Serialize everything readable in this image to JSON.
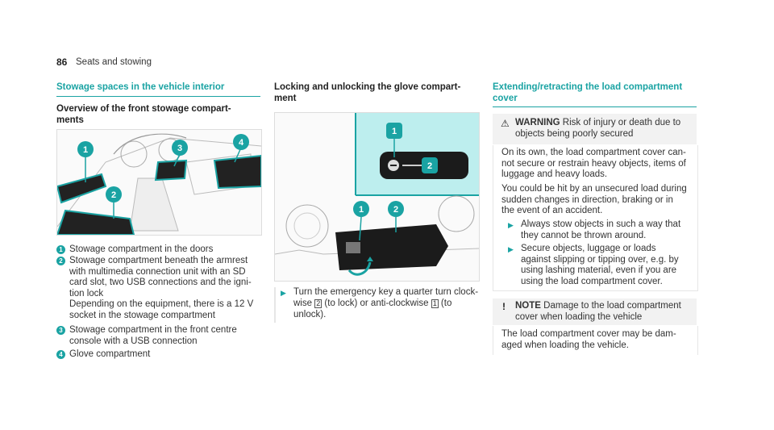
{
  "page": {
    "number": "86",
    "section": "Seats and stowing"
  },
  "col1": {
    "heading": "Stowage spaces in the vehicle interior",
    "subheading_l1": "Overview of the front stowage compart-",
    "subheading_l2": "ments",
    "callouts": [
      "1",
      "2",
      "3",
      "4"
    ],
    "items": [
      {
        "num": "1",
        "lines": [
          "Stowage compartment in the doors"
        ]
      },
      {
        "num": "2",
        "lines": [
          "Stowage compartment beneath the armrest",
          "with multimedia connection unit with an SD",
          "card slot, two USB connections and the igni-",
          "tion lock",
          "Depending on the equipment, there is a 12 V",
          "socket in the stowage compartment"
        ]
      },
      {
        "num": "3",
        "lines": [
          "Stowage compartment in the front centre",
          "console with a USB connection"
        ]
      },
      {
        "num": "4",
        "lines": [
          "Glove compartment"
        ]
      }
    ]
  },
  "col2": {
    "heading_l1": "Locking and unlocking the glove compart-",
    "heading_l2": "ment",
    "callouts": [
      "1",
      "2",
      "1",
      "2"
    ],
    "instruction": {
      "l1": "Turn the emergency key a quarter turn clock-",
      "l2a": "wise ",
      "key2": "2",
      "l2b": " (to lock) or anti-clockwise ",
      "key1": "1",
      "l2c": " (to",
      "l3": "unlock)."
    }
  },
  "col3": {
    "heading_l1": "Extending/retracting the load compartment",
    "heading_l2": "cover",
    "warning": {
      "label": "WARNING",
      "title_l1": " Risk of injury or death due to",
      "title_l2": "objects being poorly secured",
      "p1": [
        "On its own, the load compartment cover can-",
        "not secure or restrain heavy objects, items of",
        "luggage and heavy loads."
      ],
      "p2": [
        "You could be hit by an unsecured load during",
        "sudden changes in direction, braking or in",
        "the event of an accident."
      ],
      "b1": [
        "Always stow objects in such a way that",
        "they cannot be thrown around."
      ],
      "b2": [
        "Secure objects, luggage or loads",
        "against slipping or tipping over, e.g. by",
        "using lashing material, even if you are",
        "using the load compartment cover."
      ]
    },
    "note": {
      "label": "NOTE",
      "title_l1": " Damage to the load compartment",
      "title_l2": "cover when loading the vehicle",
      "body": [
        "The load compartment cover may be dam-",
        "aged when loading the vehicle."
      ]
    }
  },
  "colors": {
    "accent": "#1aa3a3",
    "panel": "#f2f2f2"
  }
}
